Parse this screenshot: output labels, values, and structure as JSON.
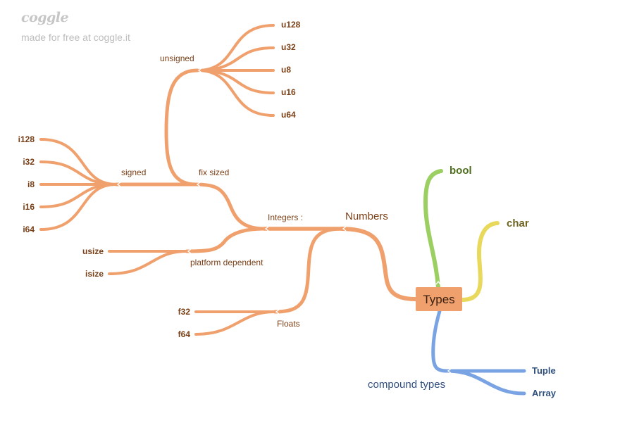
{
  "branding": {
    "logo_text": "coggle",
    "credit_text": "made for free at coggle.it"
  },
  "colors": {
    "orange": "#f0a06c",
    "green": "#9ccf62",
    "yellow": "#e8d95c",
    "blue": "#79a3e2"
  },
  "root": {
    "label": "Types"
  },
  "nodes": {
    "bool": "bool",
    "char": "char",
    "numbers": "Numbers",
    "integers": "Integers :",
    "floats": "Floats",
    "fix_sized": "fix sized",
    "platform_dependent": "platform dependent",
    "unsigned": "unsigned",
    "signed": "signed",
    "compound_types": "compound types"
  },
  "leaves": {
    "unsigned": [
      "u128",
      "u32",
      "u8",
      "u16",
      "u64"
    ],
    "signed": [
      "i128",
      "i32",
      "i8",
      "i16",
      "i64"
    ],
    "platform": [
      "usize",
      "isize"
    ],
    "floats": [
      "f32",
      "f64"
    ],
    "compound": [
      "Tuple",
      "Array"
    ]
  }
}
